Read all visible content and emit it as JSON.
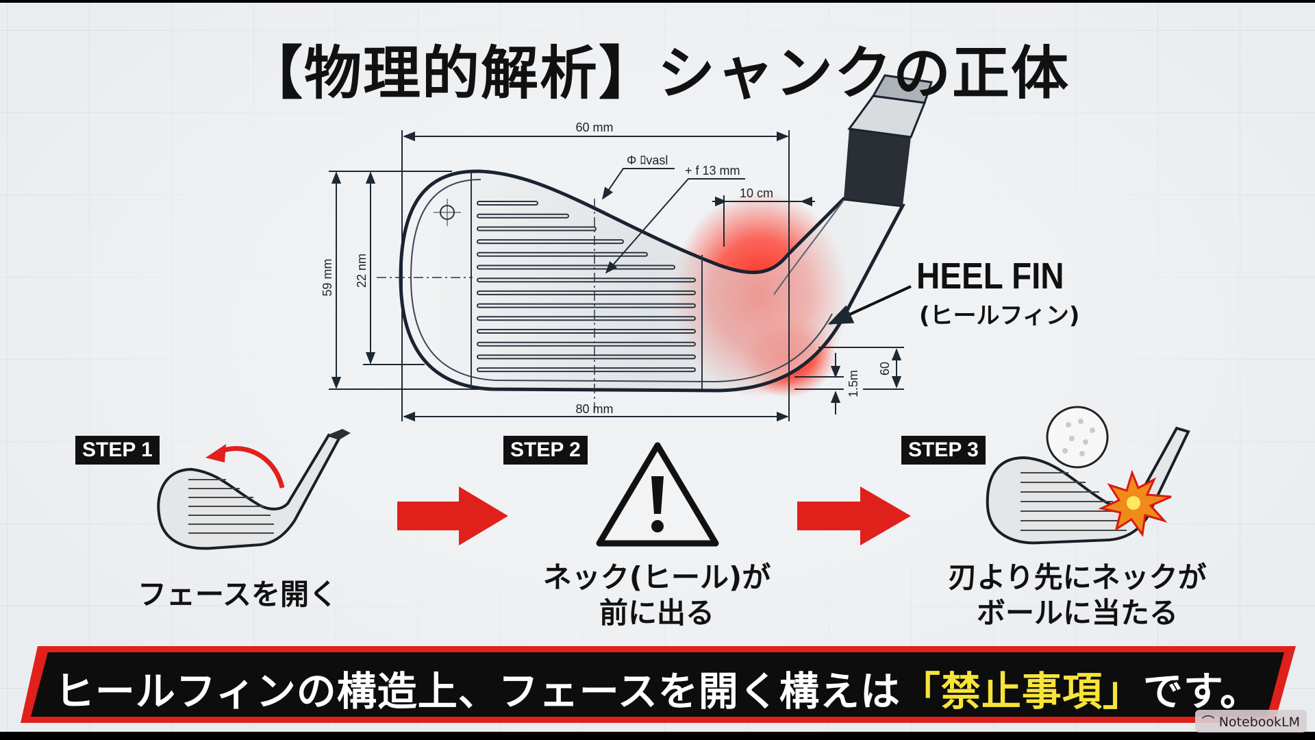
{
  "title": "【物理的解析】シャンクの正体",
  "diagram": {
    "dimensions": {
      "top_width": "60 mm",
      "bottom_width": "80 mm",
      "height_outer": "59 mm",
      "height_inner": "22 nm",
      "phi_label": "Φ ﾛvasl",
      "groove_label": "+ f 13 mm",
      "hosel_label": "10 cm",
      "offset_small": "1.5m",
      "offset_right": "60"
    },
    "callout": {
      "title": "HEEL FIN",
      "subtitle": "(ヒールフィン)"
    }
  },
  "steps": [
    {
      "label": "STEP 1",
      "caption_lines": [
        "フェースを開く"
      ],
      "icon": "club-face-open-icon"
    },
    {
      "label": "STEP 2",
      "caption_lines": [
        "ネック(ヒール)が",
        "前に出る"
      ],
      "icon": "warning-icon"
    },
    {
      "label": "STEP 3",
      "caption_lines": [
        "刃より先にネックが",
        "ボールに当たる"
      ],
      "icon": "club-hit-ball-icon"
    }
  ],
  "banner": {
    "text_before": "ヒールフィンの構造上、フェースを開く構えは",
    "highlight": "「禁止事項」",
    "text_after": "です。"
  },
  "watermark": "NotebookLM",
  "colors": {
    "accent_red": "#e0201b",
    "highlight_yellow": "#f7e43a",
    "ink": "#111111"
  }
}
